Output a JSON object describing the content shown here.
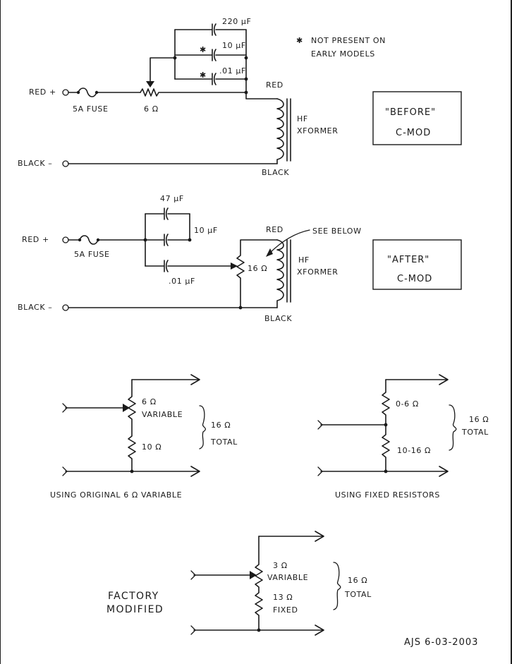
{
  "note": {
    "star": "✱",
    "line1": "NOT PRESENT ON",
    "line2": "EARLY MODELS"
  },
  "before": {
    "red_plus": "RED +",
    "fuse": "5A FUSE",
    "pot": "6 Ω",
    "cap1": "220 μF",
    "cap2": "10 μF",
    "cap3": ".01 μF",
    "star": "✱",
    "red": "RED",
    "black": "BLACK",
    "black_minus": "BLACK –",
    "xformer_line1": "HF",
    "xformer_line2": "XFORMER",
    "box_line1": "\"BEFORE\"",
    "box_line2": "C-MOD"
  },
  "after": {
    "red_plus": "RED +",
    "fuse": "5A FUSE",
    "cap1": "47 μF",
    "cap2": "10 μF",
    "cap3": ".01 μF",
    "pot": "16 Ω",
    "red": "RED",
    "see_below": "SEE BELOW",
    "black": "BLACK",
    "black_minus": "BLACK –",
    "xformer_line1": "HF",
    "xformer_line2": "XFORMER",
    "box_line1": "\"AFTER\"",
    "box_line2": "C-MOD"
  },
  "original": {
    "r1": "6 Ω",
    "r1b": "VARIABLE",
    "r2": "10 Ω",
    "total1": "16 Ω",
    "total2": "TOTAL",
    "caption": "USING ORIGINAL 6 Ω VARIABLE"
  },
  "fixed": {
    "r1": "0-6 Ω",
    "r2": "10-16 Ω",
    "total1": "16 Ω",
    "total2": "TOTAL",
    "caption": "USING FIXED RESISTORS"
  },
  "factory": {
    "label1": "FACTORY",
    "label2": "MODIFIED",
    "r1": "3 Ω",
    "r1b": "VARIABLE",
    "r2": "13 Ω",
    "r2b": "FIXED",
    "total1": "16 Ω",
    "total2": "TOTAL"
  },
  "signature": "AJS 6-03-2003"
}
